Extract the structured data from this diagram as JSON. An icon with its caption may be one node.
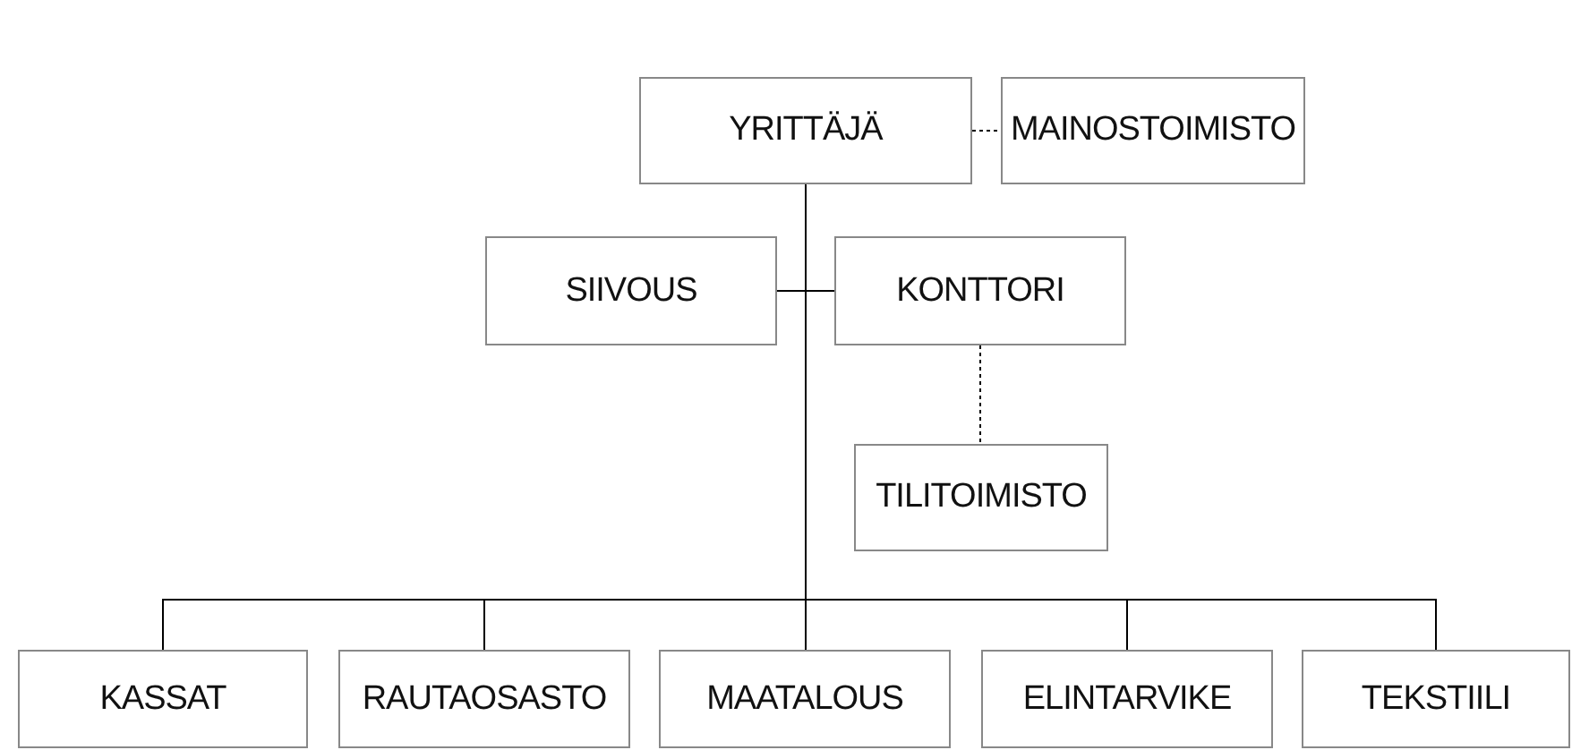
{
  "diagram": {
    "nodes": [
      {
        "text": [
          "YRITTÄJÄ"
        ]
      },
      {
        "text": [
          "MAINOSTOIMISTO"
        ]
      },
      {
        "text": [
          "SIIVOUS"
        ]
      },
      {
        "text": [
          "KONTTORI"
        ]
      },
      {
        "text": [
          "TILITOIMISTO"
        ]
      },
      {
        "text": [
          "KASSAT"
        ]
      },
      {
        "text": [
          "RAUTAOSASTO"
        ]
      },
      {
        "text": [
          "MAATALOUS"
        ]
      },
      {
        "text": [
          "ELINTARVIKE"
        ]
      },
      {
        "text": [
          "TEKSTIILI"
        ]
      }
    ],
    "edges": [
      {
        "from": 0,
        "to": 1,
        "arrow": "none",
        "style": "dashed"
      },
      {
        "from": 2,
        "to": 3,
        "arrow": "none"
      },
      {
        "from": 3,
        "to": 4,
        "arrow": "none",
        "style": "dashed"
      },
      {
        "from": 0,
        "to": 5,
        "arrow": "none"
      },
      {
        "from": 0,
        "to": 6,
        "arrow": "none"
      },
      {
        "from": 0,
        "to": 7,
        "arrow": "none"
      },
      {
        "from": 0,
        "to": 8,
        "arrow": "none"
      },
      {
        "from": 0,
        "to": 9,
        "arrow": "none"
      }
    ]
  }
}
